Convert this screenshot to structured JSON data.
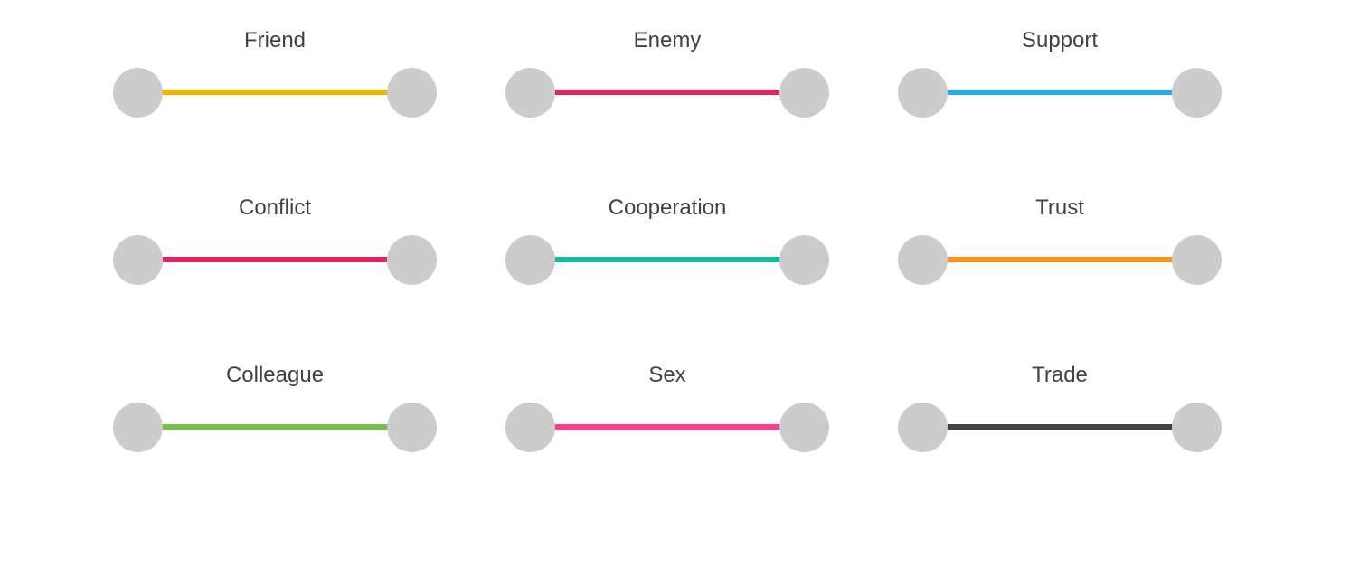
{
  "page": {
    "background_color": "#ffffff"
  },
  "legend": {
    "node_color": "#cccccc",
    "label_color": "#3e4147",
    "items": [
      {
        "label": "Friend",
        "color": "#f0b400"
      },
      {
        "label": "Enemy",
        "color": "#e0245c"
      },
      {
        "label": "Support",
        "color": "#28ace2"
      },
      {
        "label": "Conflict",
        "color": "#e0245c"
      },
      {
        "label": "Cooperation",
        "color": "#12bd9c"
      },
      {
        "label": "Trust",
        "color": "#f8941e"
      },
      {
        "label": "Colleague",
        "color": "#77bd49"
      },
      {
        "label": "Sex",
        "color": "#ff3d90"
      },
      {
        "label": "Trade",
        "color": "#424242"
      }
    ]
  }
}
